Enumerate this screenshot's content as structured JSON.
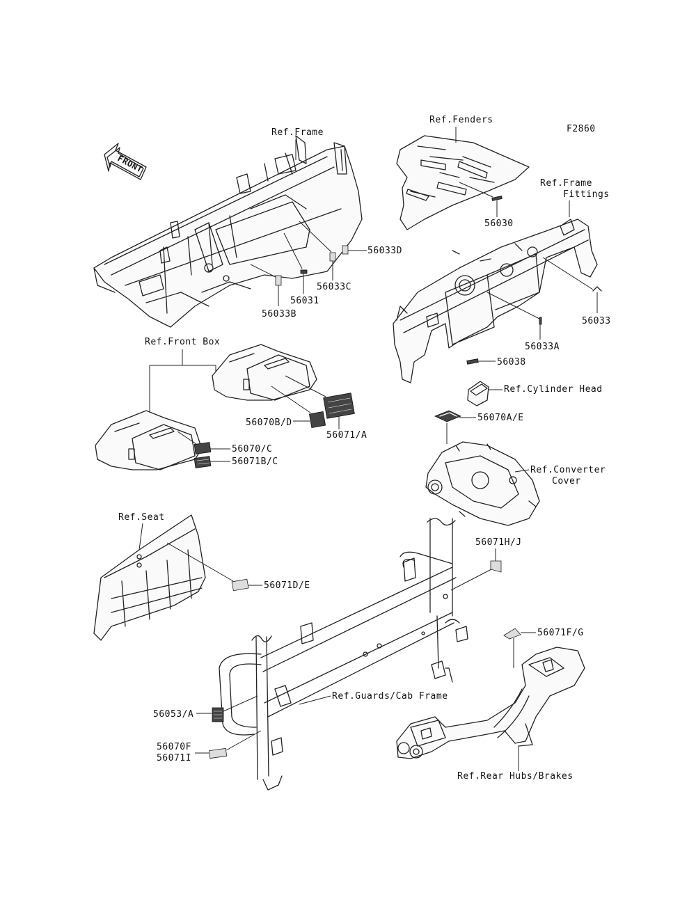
{
  "figure_id": "F2860",
  "front_arrow": {
    "text": "FRONT",
    "icon": "front-direction-arrow-icon"
  },
  "refs": {
    "frame": "Ref.Frame",
    "fenders": "Ref.Fenders",
    "frame_fittings_1": "Ref.Frame",
    "frame_fittings_2": "Fittings",
    "front_box": "Ref.Front Box",
    "cylinder_head": "Ref.Cylinder Head",
    "converter_cover_1": "Ref.Converter",
    "converter_cover_2": "Cover",
    "seat": "Ref.Seat",
    "guards_cab_frame": "Ref.Guards/Cab Frame",
    "rear_hubs_brakes": "Ref.Rear Hubs/Brakes"
  },
  "parts": {
    "p56030": "56030",
    "p56031": "56031",
    "p56033": "56033",
    "p56033A": "56033A",
    "p56033B": "56033B",
    "p56033C": "56033C",
    "p56033D": "56033D",
    "p56038": "56038",
    "p56070AE": "56070A/E",
    "p56070BD": "56070B/D",
    "p56071A": "56071/A",
    "p56070C": "56070/C",
    "p56071BC": "56071B/C",
    "p56071DE": "56071D/E",
    "p56071HJ": "56071H/J",
    "p56071FG": "56071F/G",
    "p56053A": "56053/A",
    "p56070F": "56070F",
    "p56071I": "56071I"
  }
}
